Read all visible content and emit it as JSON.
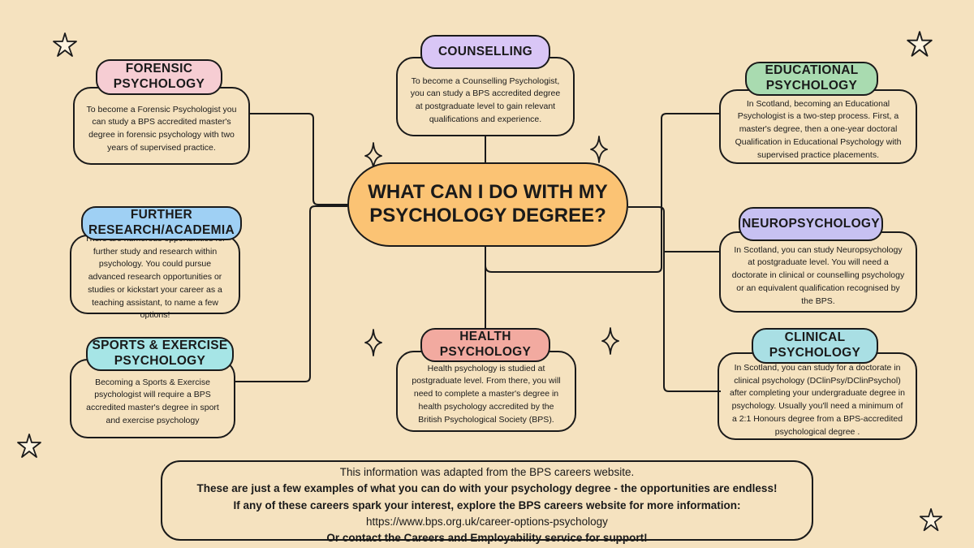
{
  "center": {
    "title": "WHAT CAN I DO WITH MY\nPSYCHOLOGY DEGREE?"
  },
  "colors": {
    "background": "#f5e2bf",
    "center": "#fbc374",
    "forensic": "#f6cdd3",
    "counselling": "#d9c6f6",
    "educational": "#a9dbb0",
    "further_research": "#9fd0f4",
    "neuropsychology": "#c7c1f2",
    "sports": "#a6e5e6",
    "health": "#f2aaa0",
    "clinical": "#a9dfe4"
  },
  "nodes": {
    "forensic": {
      "title": "FORENSIC\nPSYCHOLOGY",
      "text": "To become a Forensic Psychologist you can study a BPS accredited master's degree in forensic psychology with two years of supervised practice."
    },
    "counselling": {
      "title": "COUNSELLING",
      "text": "To become a Counselling Psychologist, you can study a BPS accredited degree at postgraduate level to gain relevant qualifications and experience."
    },
    "educational": {
      "title": "EDUCATIONAL\nPSYCHOLOGY",
      "text": "In Scotland, becoming an Educational Psychologist is a two-step process. First, a master's degree, then a one-year doctoral Qualification in Educational Psychology with supervised practice placements."
    },
    "further_research": {
      "title": "FURTHER\nRESEARCH/ACADEMIA",
      "text": "There are numerous opportunities for further study and research within psychology. You could pursue advanced research opportunities or studies or kickstart your career as a teaching assistant, to name a few options!"
    },
    "neuropsychology": {
      "title": "NEUROPSYCHOLOGY",
      "text": "In Scotland, you can study Neuropsychology at postgraduate level. You will need a doctorate in clinical or counselling psychology or an equivalent qualification recognised by the BPS."
    },
    "sports": {
      "title": "SPORTS & EXERCISE\nPSYCHOLOGY",
      "text": "Becoming a Sports & Exercise psychologist will require  a BPS accredited master's degree in sport and exercise psychology"
    },
    "health": {
      "title": "HEALTH\nPSYCHOLOGY",
      "text": "Health psychology is studied at postgraduate level. From there, you will need to complete a master's degree in health psychology accredited by the British Psychological Society (BPS)."
    },
    "clinical": {
      "title": "CLINICAL\nPSYCHOLOGY",
      "text": "In Scotland, you can study for a doctorate in clinical psychology (DClinPsy/DClinPsychol) after completing your undergraduate degree in psychology. Usually you'll need a minimum of a 2:1 Honours degree from a BPS-accredited psychological degree ."
    }
  },
  "footer": {
    "line1": "This information was adapted from the BPS careers website.",
    "line2": "These are just a few examples of what you can do with your psychology degree - the opportunities are endless!",
    "line3": "If any of these careers spark your interest, explore the BPS careers website for more information:",
    "line4": "https://www.bps.org.uk/career-options-psychology",
    "line5": "Or contact the Careers and Employability service for support!"
  },
  "decorations": {
    "star_icon": "star-outline-icon",
    "sparkle_icon": "sparkle-icon"
  }
}
